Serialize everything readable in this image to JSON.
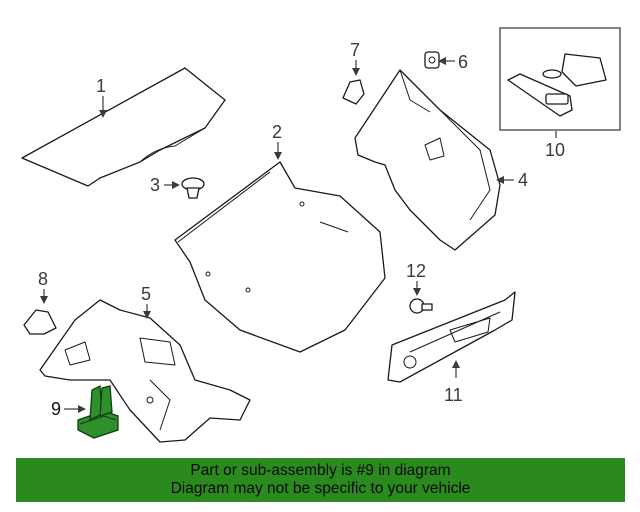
{
  "diagram": {
    "callouts": {
      "c1": "1",
      "c2": "2",
      "c3": "3",
      "c4": "4",
      "c5": "5",
      "c6": "6",
      "c7": "7",
      "c8": "8",
      "c9": "9",
      "c10": "10",
      "c11": "11",
      "c12": "12"
    },
    "highlighted_part": "9",
    "colors": {
      "highlight_fill": "#2f8f2a",
      "banner_background": "#2b8a1e",
      "line_art": "#1a1a1a"
    }
  },
  "banner": {
    "line1": "Part or sub-assembly is #9 in diagram",
    "line2": "Diagram may not be specific to your vehicle"
  }
}
